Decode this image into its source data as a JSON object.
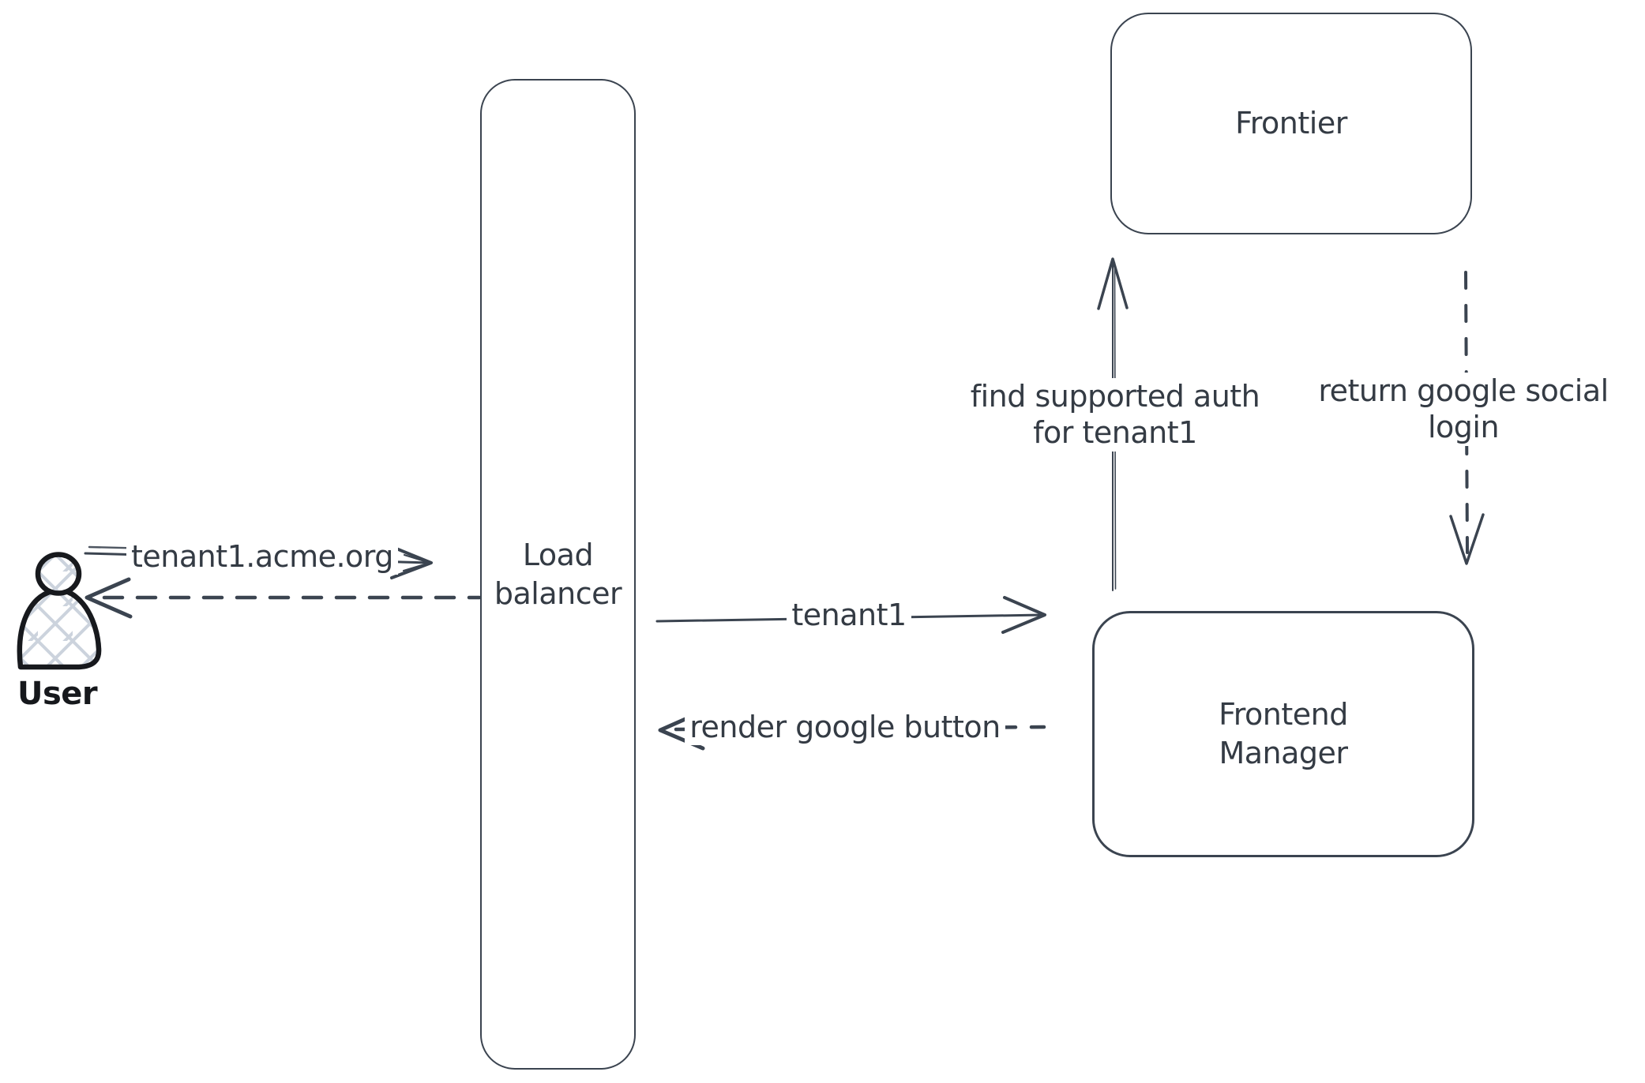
{
  "colors": {
    "background": "#ffffff",
    "stroke": "#3b4450",
    "text": "#343b44",
    "actor_stroke": "#17191d",
    "hatch_fill": "#ccd3dd"
  },
  "actor": {
    "label": "User"
  },
  "nodes": {
    "load_balancer": {
      "label": "Load balancer"
    },
    "frontier": {
      "label": "Frontier"
    },
    "frontend_manager": {
      "label": "Frontend Manager"
    }
  },
  "edges": [
    {
      "id": "user-request",
      "label": "tenant1.acme.org",
      "line": "solid",
      "from": "User",
      "to": "Load balancer"
    },
    {
      "id": "response-to-user",
      "label": "",
      "line": "dashed",
      "from": "Load balancer",
      "to": "User"
    },
    {
      "id": "tenant-route",
      "label": "tenant1",
      "line": "solid",
      "from": "Load balancer",
      "to": "Frontend Manager"
    },
    {
      "id": "render-google-button",
      "label": "render google button",
      "line": "dashed",
      "from": "Frontend Manager",
      "to": "Load balancer"
    },
    {
      "id": "find-supported-auth",
      "label": "find supported auth for tenant1",
      "line": "solid",
      "from": "Frontend Manager",
      "to": "Frontier"
    },
    {
      "id": "return-google-social-login",
      "label": "return google social login",
      "line": "dashed",
      "from": "Frontier",
      "to": "Frontend Manager"
    }
  ]
}
